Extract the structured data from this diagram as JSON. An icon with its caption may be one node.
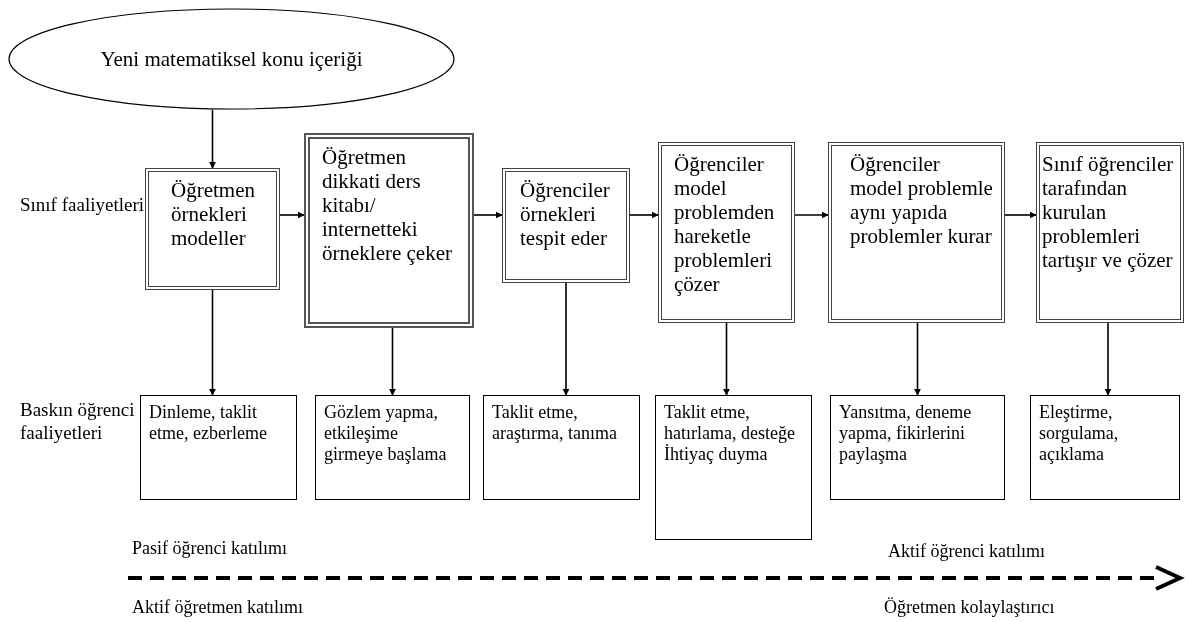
{
  "diagram": {
    "nodes": [
      {
        "text": [
          "Yeni matematiksel konu içeriği"
        ]
      },
      {
        "text": [
          "Öğretmen örnekleri modeller"
        ]
      },
      {
        "text": [
          "Öğretmen dikkati ders kitabı/ internetteki örneklere çeker"
        ]
      },
      {
        "text": [
          "Öğrenciler örnekleri tespit eder"
        ]
      },
      {
        "text": [
          "Öğrenciler model problemden hareketle problemleri çözer"
        ]
      },
      {
        "text": [
          "Öğrenciler model problemle aynı yapıda problemler kurar"
        ]
      },
      {
        "text": [
          "Sınıf öğrenciler tarafından kurulan problemleri tartışır ve çözer"
        ]
      },
      {
        "text": [
          "Dinleme, taklit etme, ezberleme"
        ]
      },
      {
        "text": [
          "Gözlem yapma, etkileşime girmeye başlama"
        ]
      },
      {
        "text": [
          "Taklit etme, araştırma, tanıma"
        ]
      },
      {
        "text": [
          "Taklit etme, hatırlama, desteğe İhtiyaç duyma"
        ]
      },
      {
        "text": [
          "Yansıtma, deneme yapma, fikirlerini paylaşma"
        ]
      },
      {
        "text": [
          "Eleştirme, sorgulama, açıklama"
        ]
      }
    ],
    "edges": [
      {
        "from": 0,
        "to": 1,
        "arrow": "to"
      },
      {
        "from": 1,
        "to": 2,
        "arrow": "to"
      },
      {
        "from": 2,
        "to": 3,
        "arrow": "to"
      },
      {
        "from": 3,
        "to": 4,
        "arrow": "to"
      },
      {
        "from": 4,
        "to": 5,
        "arrow": "to"
      },
      {
        "from": 5,
        "to": 6,
        "arrow": "to"
      },
      {
        "from": 1,
        "to": 7,
        "arrow": "to"
      },
      {
        "from": 2,
        "to": 8,
        "arrow": "to"
      },
      {
        "from": 3,
        "to": 9,
        "arrow": "to"
      },
      {
        "from": 4,
        "to": 10,
        "arrow": "to"
      },
      {
        "from": 5,
        "to": 11,
        "arrow": "to"
      },
      {
        "from": 6,
        "to": 12,
        "arrow": "to"
      }
    ],
    "labels": [
      "Sınıf faaliyetleri",
      "Baskın öğrenci faaliyetleri",
      "Pasif öğrenci katılımı",
      "Aktif öğrenci katılımı",
      "Aktif öğretmen katılımı",
      "Öğretmen kolaylaştırıcı"
    ]
  }
}
